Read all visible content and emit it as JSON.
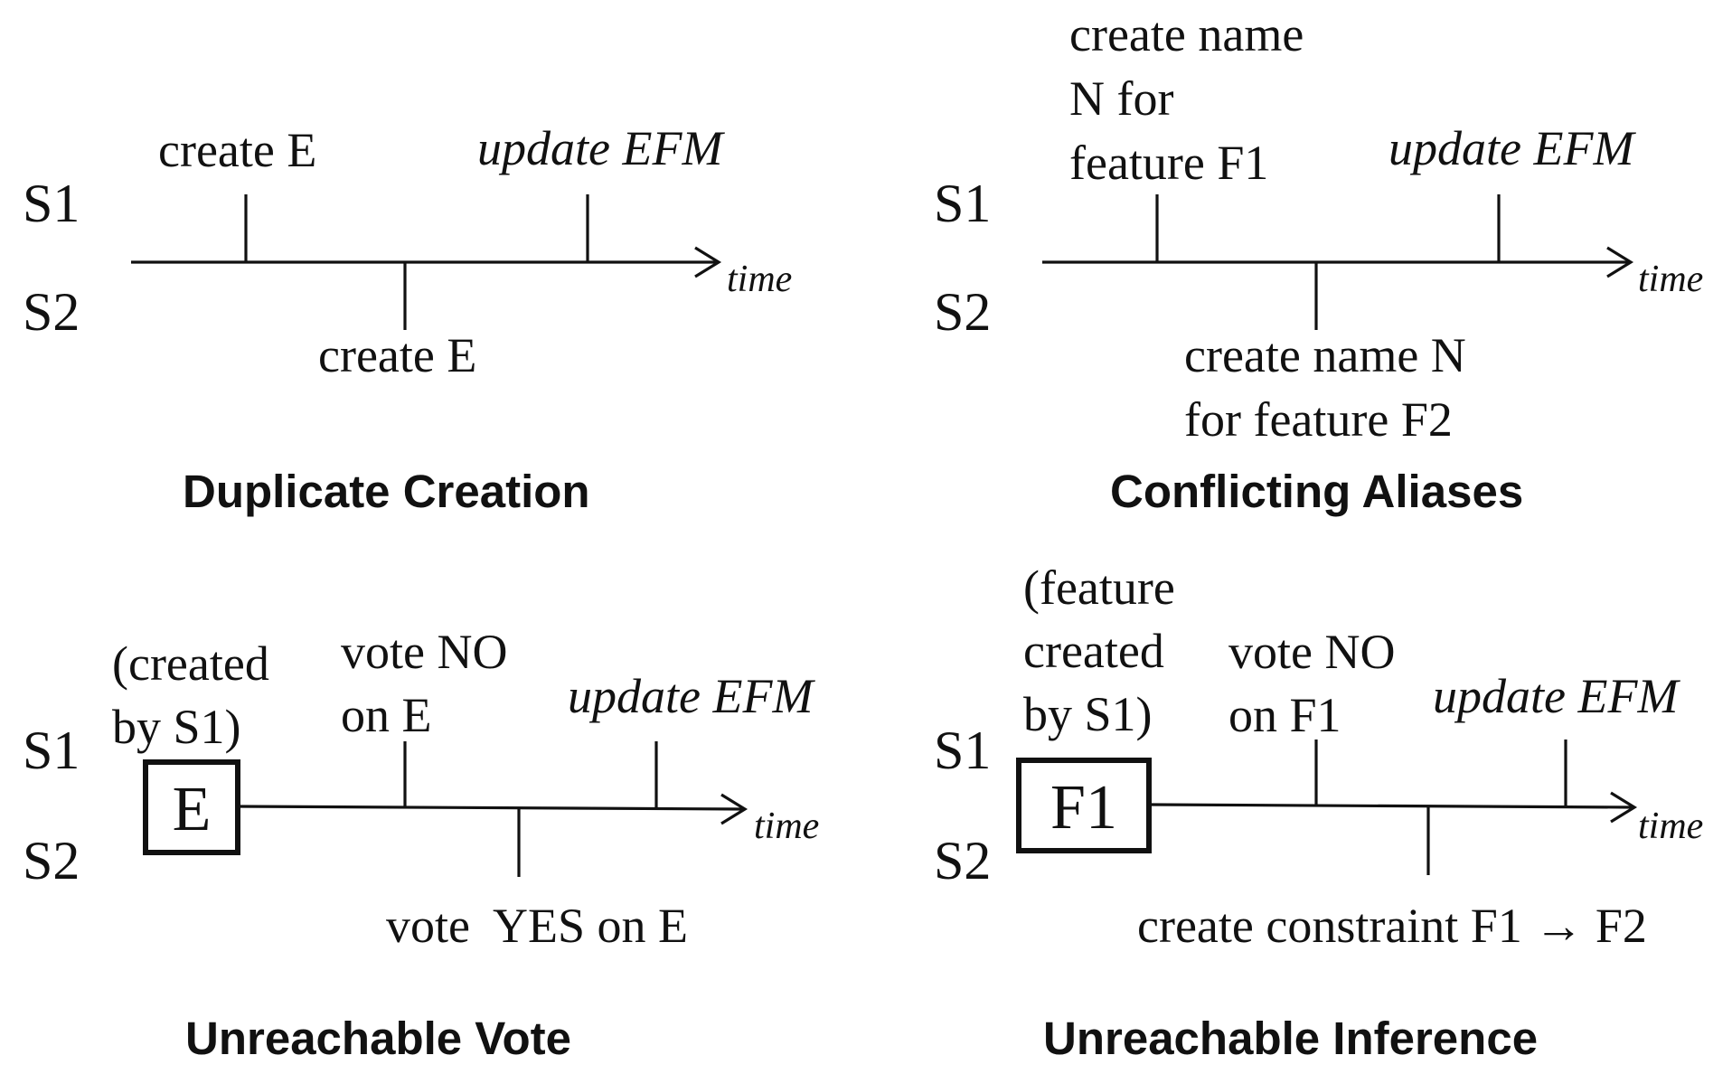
{
  "panels": {
    "duplicate_creation": {
      "caption": "Duplicate Creation",
      "s1": "S1",
      "s2": "S2",
      "time": "time",
      "s1_event_1": "create E",
      "s1_event_2": "update EFM",
      "s2_event": "create E"
    },
    "conflicting_aliases": {
      "caption": "Conflicting Aliases",
      "s1": "S1",
      "s2": "S2",
      "time": "time",
      "s1_event_1_lines": [
        "create name",
        "N for",
        "feature F1"
      ],
      "s1_event_2": "update EFM",
      "s2_event_lines": [
        "create name N",
        "for feature F2"
      ]
    },
    "unreachable_vote": {
      "caption": "Unreachable Vote",
      "s1": "S1",
      "s2": "S2",
      "time": "time",
      "box": "E",
      "box_note_lines": [
        "(created",
        "by S1)"
      ],
      "s1_event_1_lines": [
        "vote  NO",
        "on E"
      ],
      "s1_event_2": "update EFM",
      "s2_event": "vote  YES on E"
    },
    "unreachable_inference": {
      "caption": "Unreachable Inference",
      "s1": "S1",
      "s2": "S2",
      "time": "time",
      "box": "F1",
      "box_note_lines": [
        "(feature",
        "created",
        "by S1)"
      ],
      "s1_event_1_lines": [
        "vote  NO",
        "on F1"
      ],
      "s1_event_2": "update EFM",
      "s2_event": "create constraint F1 → F2"
    }
  }
}
